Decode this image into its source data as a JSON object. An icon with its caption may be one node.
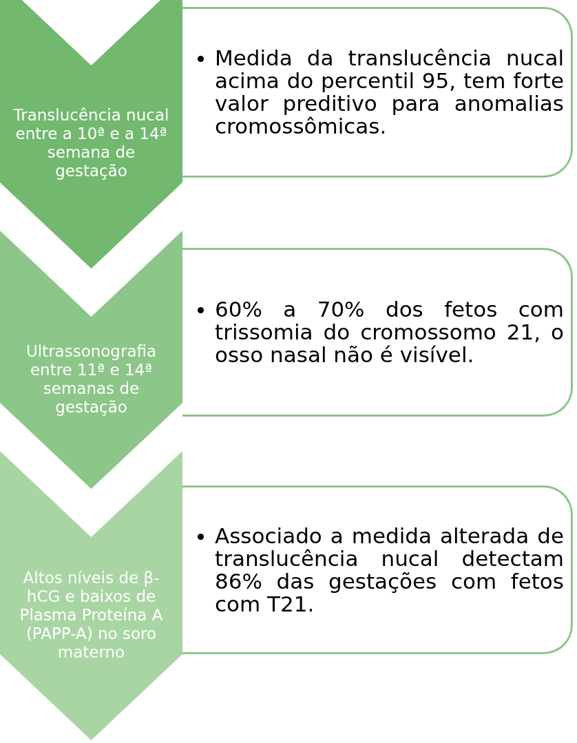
{
  "diagram": {
    "nodes": [
      {
        "text": [
          "Translucência nucal entre a 10ª e a 14ª semana de gestação"
        ]
      },
      {
        "text": [
          "Medida da translucência nucal acima do percentil 95, tem forte valor preditivo para anomalias cromossômicas."
        ]
      },
      {
        "text": [
          "Ultrassonografia entre 11ª e 14ª semanas de gestação"
        ]
      },
      {
        "text": [
          "60% a 70% dos fetos com trissomia do cromossomo 21, o osso nasal não é visível."
        ]
      },
      {
        "text": [
          "Altos níveis de β-hCG e baixos de Plasma Proteína A (PAPP-A) no soro materno"
        ]
      },
      {
        "text": [
          "Associado a medida alterada de translucência nucal detectam 86% das gestações com fetos com T21."
        ]
      }
    ]
  }
}
